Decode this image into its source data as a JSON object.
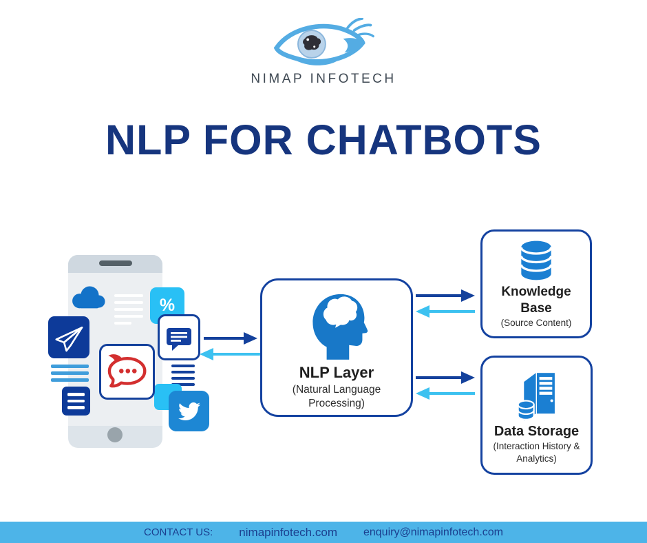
{
  "brand": {
    "name": "NIMAP INFOTECH"
  },
  "title": "NLP FOR CHATBOTS",
  "phone": {
    "percent_badge": "%"
  },
  "nlp_box": {
    "title": "NLP Layer",
    "subtitle": "(Natural Language Processing)"
  },
  "knowledge_box": {
    "title": "Knowledge Base",
    "subtitle": "(Source Content)"
  },
  "storage_box": {
    "title": "Data Storage",
    "subtitle": "(Interaction History & Analytics)"
  },
  "footer": {
    "contact_label": "CONTACT US:",
    "website": "nimapinfotech.com",
    "email": "enquiry@nimapinfotech.com"
  },
  "colors": {
    "title_navy": "#16357e",
    "box_border": "#1442a0",
    "arrow_dark": "#14419c",
    "arrow_cyan": "#3cc1f0",
    "icon_blue": "#1b7fd2",
    "tile_navy": "#0d3a99",
    "tile_cyan": "#29c0f5",
    "twitter_blue": "#1d87d4",
    "rocket_red": "#d32f2f",
    "footer_bg": "#4db4e8",
    "footer_text": "#1b3f8f"
  }
}
